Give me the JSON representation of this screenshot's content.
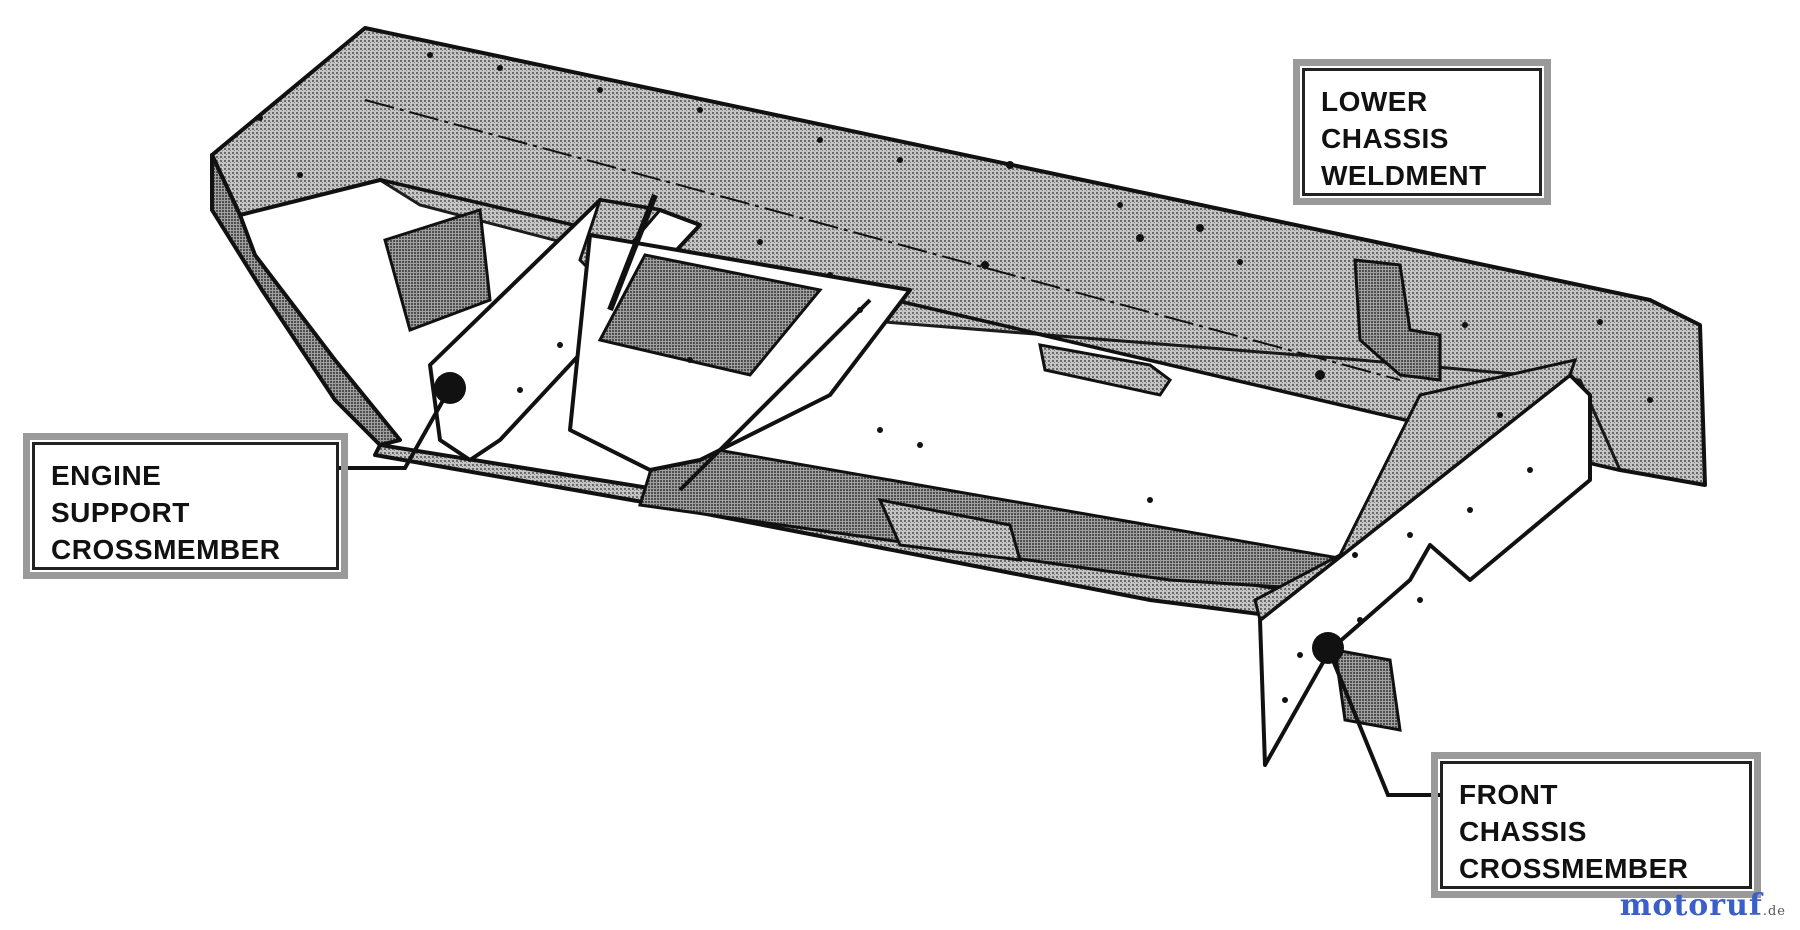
{
  "labels": {
    "lower_chassis": [
      "LOWER",
      "CHASSIS",
      "WELDMENT"
    ],
    "engine_support": [
      "ENGINE",
      "SUPPORT",
      "CROSSMEMBER"
    ],
    "front_chassis": [
      "FRONT",
      "CHASSIS",
      "CROSSMEMBER"
    ]
  },
  "watermark": {
    "brand": "motoruf",
    "suffix": ".de",
    "color": "#3b5fc9"
  },
  "colors": {
    "metal": "#9c9c9c",
    "outline": "#111111",
    "panel": "#ffffff"
  }
}
